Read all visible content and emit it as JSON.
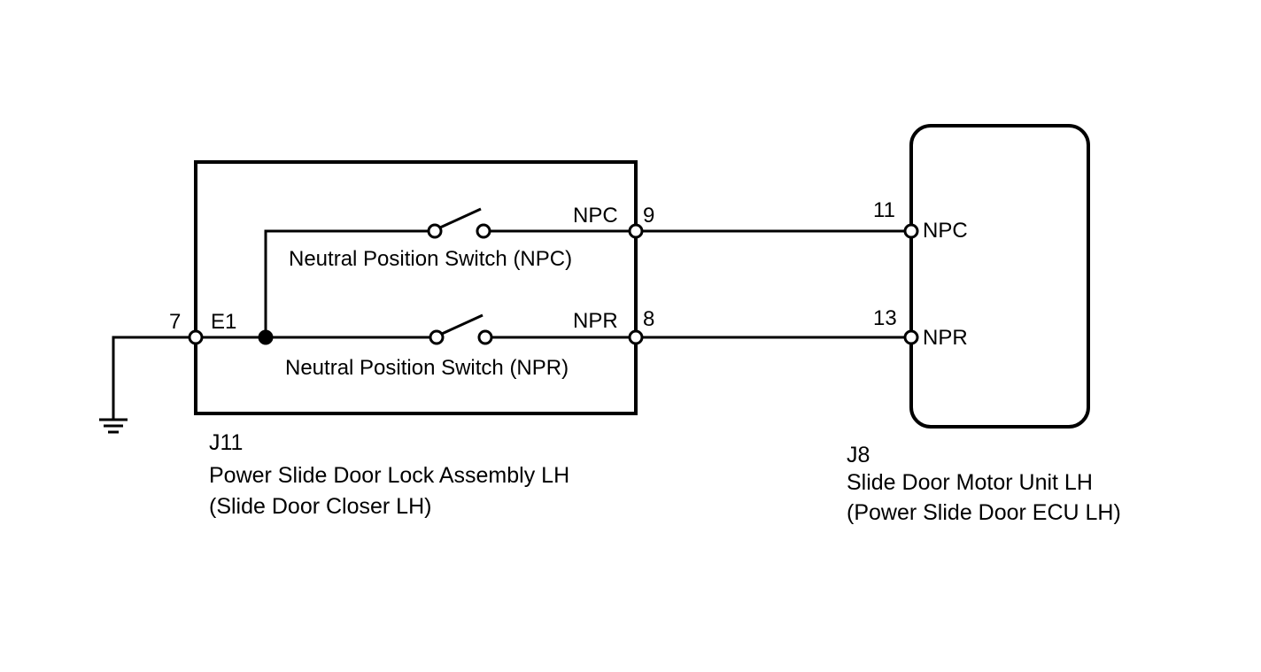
{
  "components": {
    "j11": {
      "id": "J11",
      "name": "Power Slide Door Lock Assembly LH",
      "alt_name": "(Slide Door Closer LH)",
      "switches": {
        "npc": "Neutral Position Switch (NPC)",
        "npr": "Neutral Position Switch (NPR)"
      },
      "terminals": {
        "e1_pin": "7",
        "e1_name": "E1",
        "npc_pin": "9",
        "npc_name": "NPC",
        "npr_pin": "8",
        "npr_name": "NPR"
      }
    },
    "j8": {
      "id": "J8",
      "name": "Slide Door Motor Unit LH",
      "alt_name": "(Power Slide Door ECU LH)",
      "terminals": {
        "npc_pin": "11",
        "npc_name": "NPC",
        "npr_pin": "13",
        "npr_name": "NPR"
      }
    }
  },
  "ground": {
    "icon": "ground-icon"
  }
}
